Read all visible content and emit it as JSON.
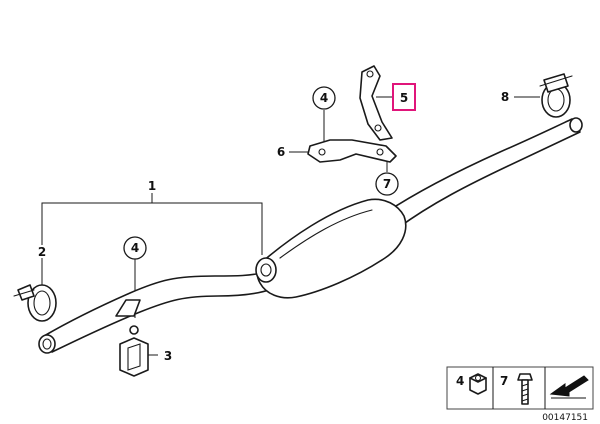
{
  "callouts": {
    "c1": "1",
    "c2": "2",
    "c3": "3",
    "c4_top": "4",
    "c4_mid": "4",
    "c5": "5",
    "c6": "6",
    "c7": "7",
    "c8": "8"
  },
  "legend": {
    "item_a": "4",
    "item_b": "7"
  },
  "diagram_id": "00147151",
  "colors": {
    "highlight": "#e0157a",
    "line": "#1a1a1a"
  }
}
